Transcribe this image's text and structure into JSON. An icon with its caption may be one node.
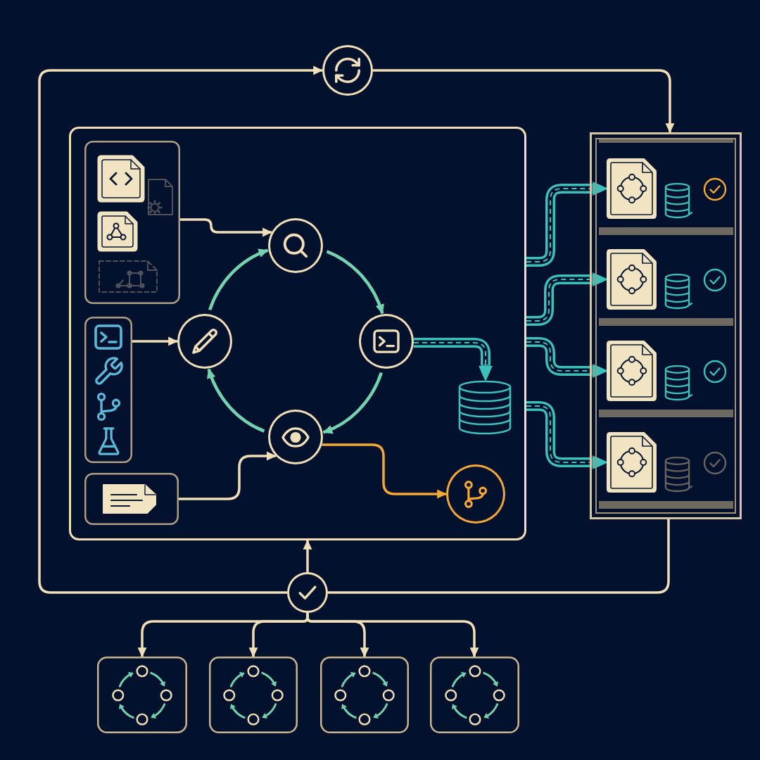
{
  "diagram": {
    "nodes": [
      {
        "text": [],
        "shape": "circle"
      },
      {
        "text": [],
        "shape": "box"
      },
      {
        "text": [],
        "shape": "box"
      },
      {
        "text": [],
        "shape": "box",
        "in": 1
      },
      {
        "text": [],
        "shape": "box",
        "in": 1
      },
      {
        "text": [],
        "shape": "box",
        "in": 1
      },
      {
        "text": [],
        "shape": "circle",
        "in": 1
      },
      {
        "text": [],
        "shape": "circle",
        "in": 1
      },
      {
        "text": [],
        "shape": "circle",
        "in": 1
      },
      {
        "text": [],
        "shape": "circle",
        "in": 1
      },
      {
        "text": [],
        "shape": "cylinder",
        "in": 1
      },
      {
        "text": [],
        "shape": "circle",
        "in": 1
      },
      {
        "text": [],
        "shape": "document",
        "in": 2
      },
      {
        "text": [],
        "shape": "document",
        "in": 2
      },
      {
        "text": [],
        "shape": "document",
        "in": 2
      },
      {
        "text": [],
        "shape": "document",
        "in": 2
      },
      {
        "text": [],
        "shape": "circle"
      },
      {
        "text": [],
        "shape": "box"
      },
      {
        "text": [],
        "shape": "box"
      },
      {
        "text": [],
        "shape": "box"
      },
      {
        "text": [],
        "shape": "box"
      }
    ],
    "edges": [
      {
        "from": 16,
        "to": 0,
        "arrow": "to"
      },
      {
        "from": 0,
        "to": 2,
        "arrow": "to"
      },
      {
        "from": 2,
        "to": 16,
        "arrow": "none"
      },
      {
        "from": 16,
        "to": 1,
        "arrow": "to"
      },
      {
        "from": 16,
        "to": 17,
        "arrow": "to"
      },
      {
        "from": 16,
        "to": 18,
        "arrow": "to"
      },
      {
        "from": 16,
        "to": 19,
        "arrow": "to"
      },
      {
        "from": 16,
        "to": 20,
        "arrow": "to"
      },
      {
        "from": 3,
        "to": 6,
        "arrow": "to"
      },
      {
        "from": 4,
        "to": 7,
        "arrow": "to"
      },
      {
        "from": 5,
        "to": 9,
        "arrow": "to"
      },
      {
        "from": 7,
        "to": 6,
        "arrow": "to",
        "color": "#74d2b1"
      },
      {
        "from": 6,
        "to": 8,
        "arrow": "to",
        "color": "#74d2b1"
      },
      {
        "from": 8,
        "to": 9,
        "arrow": "to",
        "color": "#74d2b1"
      },
      {
        "from": 9,
        "to": 7,
        "arrow": "to",
        "color": "#74d2b1"
      },
      {
        "from": 8,
        "to": 10,
        "arrow": "to",
        "style": "thick",
        "color": "#3cc0bc"
      },
      {
        "from": 9,
        "to": 11,
        "arrow": "to",
        "color": "#f2a83a"
      },
      {
        "from": 1,
        "to": 12,
        "arrow": "to",
        "style": "thick",
        "color": "#3cc0bc"
      },
      {
        "from": 1,
        "to": 13,
        "arrow": "to",
        "style": "thick",
        "color": "#3cc0bc"
      },
      {
        "from": 1,
        "to": 14,
        "arrow": "to",
        "style": "thick",
        "color": "#3cc0bc"
      },
      {
        "from": 1,
        "to": 15,
        "arrow": "to",
        "style": "thick",
        "color": "#3cc0bc"
      }
    ]
  }
}
